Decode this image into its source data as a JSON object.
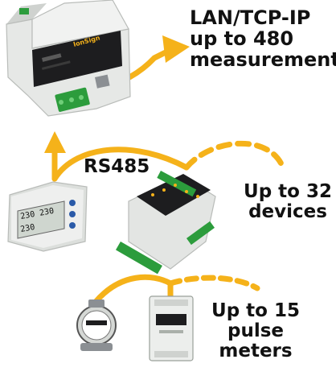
{
  "labels": {
    "lan_lines": [
      "LAN/TCP-IP",
      "up to 480",
      "measurements"
    ],
    "rs485": "RS485",
    "devices_lines": [
      "Up to 32",
      "devices"
    ],
    "pulse_lines": [
      "Up to 15",
      "pulse",
      "meters"
    ]
  },
  "devices": {
    "gateway_logo": "IonSign",
    "meter_display_top": "230 230",
    "meter_display_bottom": "230"
  },
  "colors": {
    "arrow_yellow": "#f5b21a",
    "terminal_green": "#2c9c3c",
    "housing_gray": "#e3e5e3",
    "panel_black": "#1d1d1f",
    "text": "#111111"
  }
}
